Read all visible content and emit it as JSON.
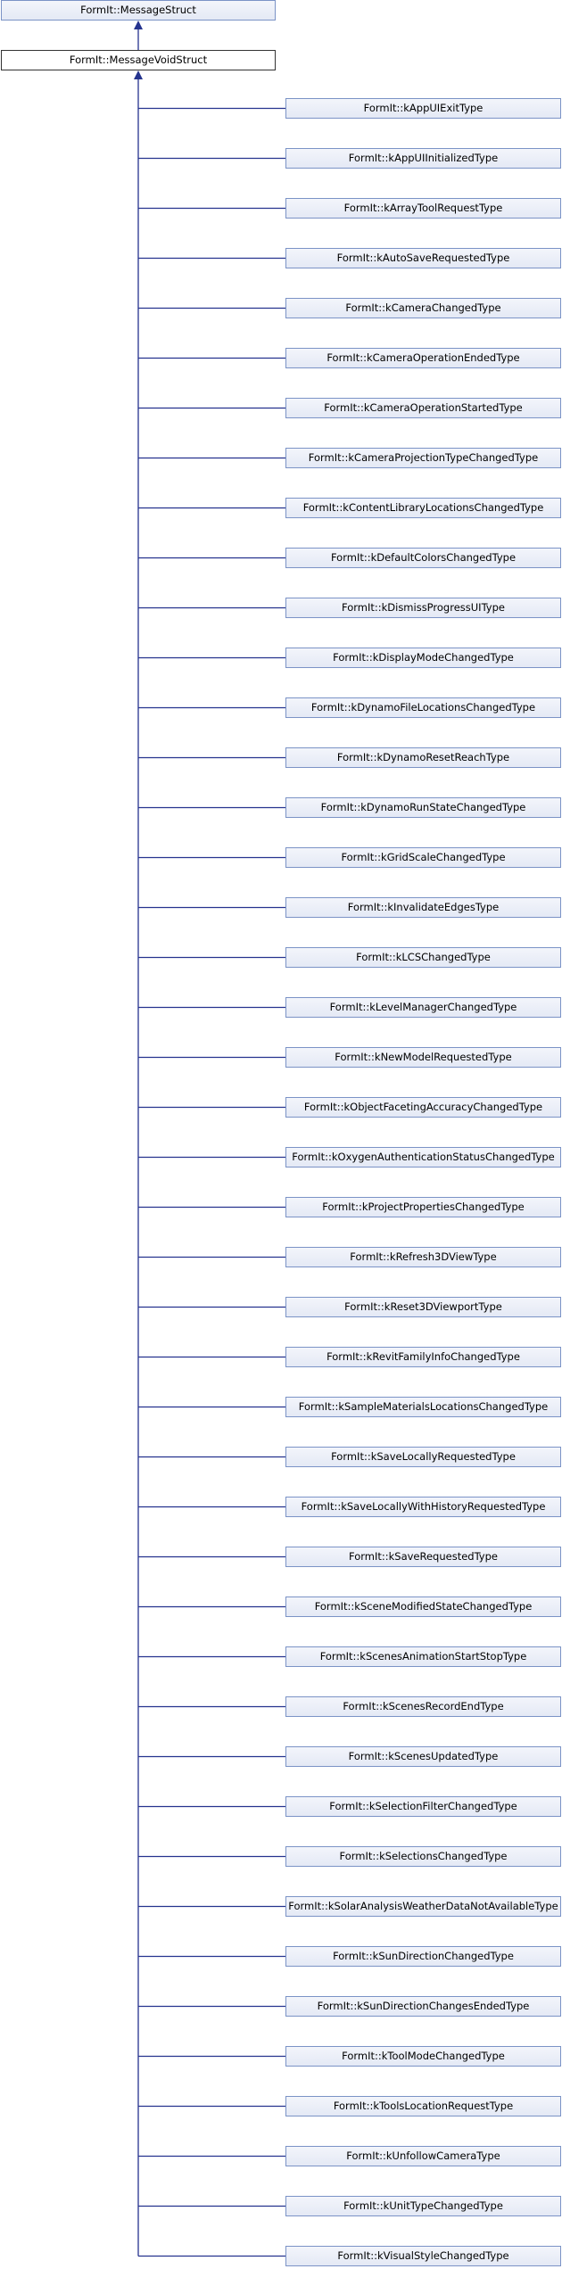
{
  "diagram": {
    "base_class": "FormIt::MessageStruct",
    "current_class": "FormIt::MessageVoidStruct",
    "children": [
      "FormIt::kAppUIExitType",
      "FormIt::kAppUIInitializedType",
      "FormIt::kArrayToolRequestType",
      "FormIt::kAutoSaveRequestedType",
      "FormIt::kCameraChangedType",
      "FormIt::kCameraOperationEndedType",
      "FormIt::kCameraOperationStartedType",
      "FormIt::kCameraProjectionTypeChangedType",
      "FormIt::kContentLibraryLocationsChangedType",
      "FormIt::kDefaultColorsChangedType",
      "FormIt::kDismissProgressUIType",
      "FormIt::kDisplayModeChangedType",
      "FormIt::kDynamoFileLocationsChangedType",
      "FormIt::kDynamoResetReachType",
      "FormIt::kDynamoRunStateChangedType",
      "FormIt::kGridScaleChangedType",
      "FormIt::kInvalidateEdgesType",
      "FormIt::kLCSChangedType",
      "FormIt::kLevelManagerChangedType",
      "FormIt::kNewModelRequestedType",
      "FormIt::kObjectFacetingAccuracyChangedType",
      "FormIt::kOxygenAuthenticationStatusChangedType",
      "FormIt::kProjectPropertiesChangedType",
      "FormIt::kRefresh3DViewType",
      "FormIt::kReset3DViewportType",
      "FormIt::kRevitFamilyInfoChangedType",
      "FormIt::kSampleMaterialsLocationsChangedType",
      "FormIt::kSaveLocallyRequestedType",
      "FormIt::kSaveLocallyWithHistoryRequestedType",
      "FormIt::kSaveRequestedType",
      "FormIt::kSceneModifiedStateChangedType",
      "FormIt::kScenesAnimationStartStopType",
      "FormIt::kScenesRecordEndType",
      "FormIt::kScenesUpdatedType",
      "FormIt::kSelectionFilterChangedType",
      "FormIt::kSelectionsChangedType",
      "FormIt::kSolarAnalysisWeatherDataNotAvailableType",
      "FormIt::kSunDirectionChangedType",
      "FormIt::kSunDirectionChangesEndedType",
      "FormIt::kToolModeChangedType",
      "FormIt::kToolsLocationRequestType",
      "FormIt::kUnfollowCameraType",
      "FormIt::kUnitTypeChangedType",
      "FormIt::kVisualStyleChangedType"
    ],
    "colors": {
      "edge": "#25338e",
      "node_border": "#7b93c6",
      "current_border": "#333333"
    }
  }
}
